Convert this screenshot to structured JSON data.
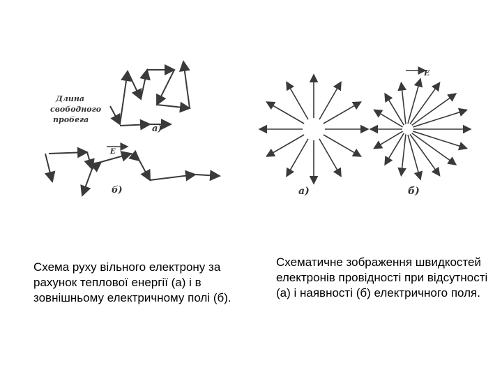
{
  "left_figure": {
    "label_path_line1": "Длина",
    "label_path_line2": "свободного",
    "label_path_line3": "пробега",
    "label_a": "а)",
    "label_b": "б)",
    "label_field": "E"
  },
  "right_figure": {
    "label_a": "а)",
    "label_b": "б)",
    "label_field": "E"
  },
  "captions": {
    "left": "Схема руху вільного електрону за рахунок теплової енергії (а) і в зовнішньому електричному полі (б).",
    "right": "Схематичне зображення швидкостей електронів провідності при відсутності (а) і наявності (б) електричного поля."
  },
  "colors": {
    "ink": "#3a3a3a",
    "text": "#000000"
  }
}
